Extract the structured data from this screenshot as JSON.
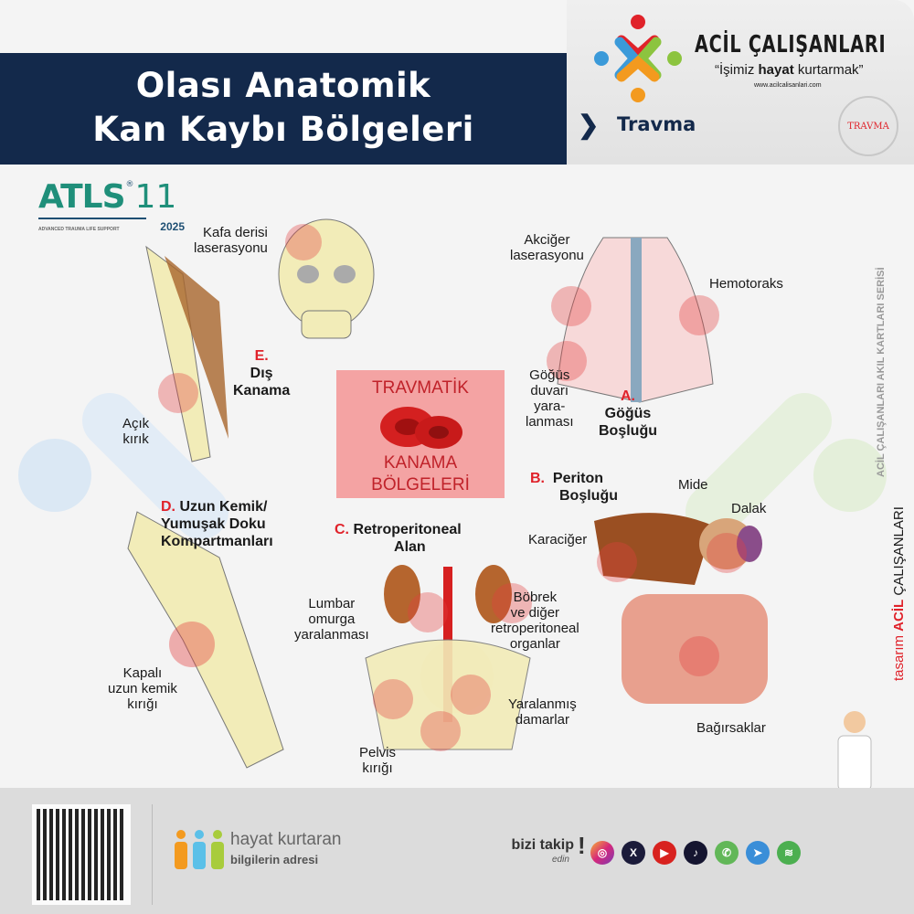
{
  "header": {
    "title_line1": "Olası Anatomik",
    "title_line2": "Kan Kaybı Bölgeleri"
  },
  "brand": {
    "name": "ACİL ÇALIŞANLARI",
    "slogan_pre": "“İşimiz ",
    "slogan_bold": "hayat",
    "slogan_post": " kurtarmak”",
    "url": "www.acilcalisanlari.com",
    "breadcrumb": "Travma",
    "stamp": "TRAVMA",
    "logo_colors": [
      "#e0222a",
      "#3b9ad9",
      "#8cc43f",
      "#f39a1f"
    ]
  },
  "atls": {
    "name": "ATLS",
    "edition": "11",
    "reg": "®",
    "subtitle": "ADVANCED TRAUMA LIFE SUPPORT",
    "year": "2025",
    "colors": {
      "green": "#1f8f7a",
      "blue": "#1e4f73"
    }
  },
  "center": {
    "line1": "TRAVMATİK",
    "line2": "KANAMA",
    "line3": "BÖLGELERİ"
  },
  "sections": {
    "A": {
      "letter": "A.",
      "title_l1": "Göğüs",
      "title_l2": "Boşluğu"
    },
    "B": {
      "letter": "B.",
      "title_l1": "Periton",
      "title_l2": "Boşluğu"
    },
    "C": {
      "letter": "C.",
      "title_l1": "Retroperitoneal",
      "title_l2": "Alan"
    },
    "D": {
      "letter": "D.",
      "title_l1": "Uzun Kemik/",
      "title_l2": "Yumuşak Doku",
      "title_l3": "Kompartmanları"
    },
    "E": {
      "letter": "E.",
      "title_l1": "Dış",
      "title_l2": "Kanama"
    }
  },
  "labels": {
    "scalp": [
      "Kafa derisi",
      "laserasyonu"
    ],
    "open_fx": [
      "Açık",
      "kırık"
    ],
    "lung": [
      "Akciğer",
      "laserasyonu"
    ],
    "hemothorax": "Hemotoraks",
    "chest_wall": [
      "Göğüs",
      "duvarı",
      "yara-",
      "lanması"
    ],
    "stomach": "Mide",
    "spleen": "Dalak",
    "liver": "Karaciğer",
    "kidney": [
      "Böbrek",
      "ve diğer",
      "retroperitoneal",
      "organlar"
    ],
    "lumbar": [
      "Lumbar",
      "omurga",
      "yaralanması"
    ],
    "closed_fx": [
      "Kapalı",
      "uzun kemik",
      "kırığı"
    ],
    "vessels": [
      "Yaralanmış",
      "damarlar"
    ],
    "pelvis": [
      "Pelvis",
      "kırığı"
    ],
    "bowel": "Bağırsaklar"
  },
  "side": {
    "series": "ACİL ÇALIŞANLARI AKIL KARTLARI SERİSİ",
    "design_pre": "tasarım",
    "design_brand_a": "ACİL",
    "design_brand_b": "ÇALIŞANLARI"
  },
  "footer": {
    "tag1": "hayat kurtaran",
    "tag2": "bilgilerin adresi",
    "follow": "bizi takip",
    "follow_sub": "edin",
    "social": [
      "instagram",
      "x",
      "youtube",
      "tiktok",
      "whatsapp",
      "telegram",
      "spotify"
    ]
  }
}
